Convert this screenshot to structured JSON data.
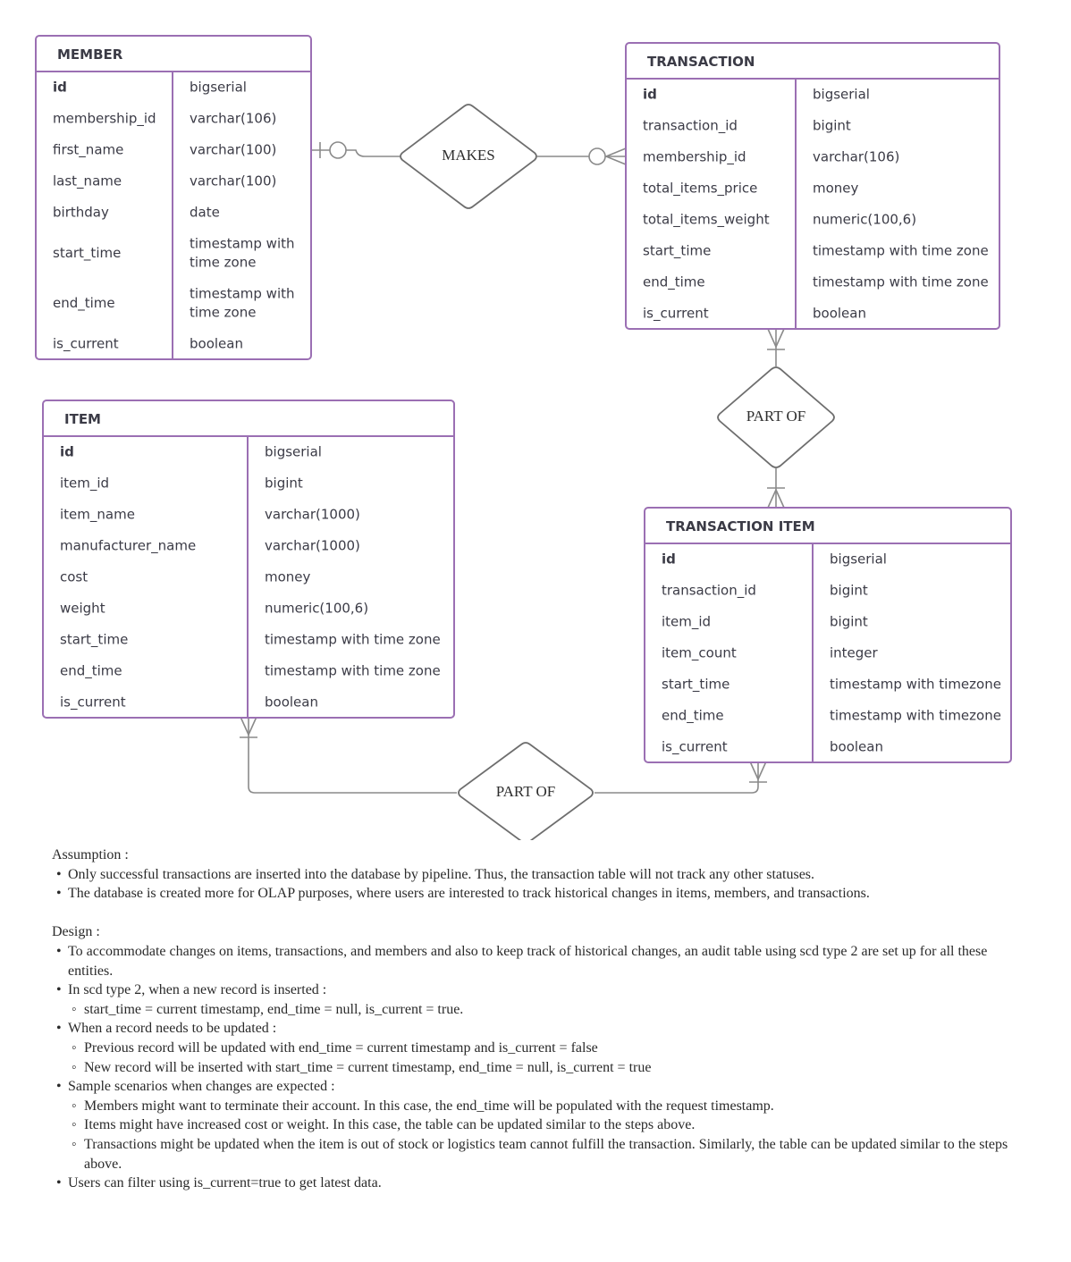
{
  "entities": {
    "member": {
      "title": "MEMBER",
      "fields": [
        {
          "name": "id",
          "type": "bigserial"
        },
        {
          "name": "membership_id",
          "type": "varchar(106)"
        },
        {
          "name": "first_name",
          "type": "varchar(100)"
        },
        {
          "name": "last_name",
          "type": "varchar(100)"
        },
        {
          "name": "birthday",
          "type": "date"
        },
        {
          "name": "start_time",
          "type": [
            "timestamp with",
            "time zone"
          ]
        },
        {
          "name": "end_time",
          "type": [
            "timestamp with",
            "time zone"
          ]
        },
        {
          "name": "is_current",
          "type": "boolean"
        }
      ]
    },
    "transaction": {
      "title": "TRANSACTION",
      "fields": [
        {
          "name": "id",
          "type": "bigserial"
        },
        {
          "name": "transaction_id",
          "type": "bigint"
        },
        {
          "name": "membership_id",
          "type": "varchar(106)"
        },
        {
          "name": "total_items_price",
          "type": "money"
        },
        {
          "name": "total_items_weight",
          "type": "numeric(100,6)"
        },
        {
          "name": "start_time",
          "type": "timestamp with time zone"
        },
        {
          "name": "end_time",
          "type": "timestamp with time zone"
        },
        {
          "name": "is_current",
          "type": "boolean"
        }
      ]
    },
    "item": {
      "title": "ITEM",
      "fields": [
        {
          "name": "id",
          "type": "bigserial"
        },
        {
          "name": "item_id",
          "type": "bigint"
        },
        {
          "name": "item_name",
          "type": "varchar(1000)"
        },
        {
          "name": "manufacturer_name",
          "type": "varchar(1000)"
        },
        {
          "name": "cost",
          "type": "money"
        },
        {
          "name": "weight",
          "type": "numeric(100,6)"
        },
        {
          "name": "start_time",
          "type": "timestamp with time zone"
        },
        {
          "name": "end_time",
          "type": "timestamp with time zone"
        },
        {
          "name": "is_current",
          "type": "boolean"
        }
      ]
    },
    "transaction_item": {
      "title": "TRANSACTION ITEM",
      "fields": [
        {
          "name": "id",
          "type": "bigserial"
        },
        {
          "name": "transaction_id",
          "type": "bigint"
        },
        {
          "name": "item_id",
          "type": "bigint"
        },
        {
          "name": "item_count",
          "type": "integer"
        },
        {
          "name": "start_time",
          "type": "timestamp with timezone"
        },
        {
          "name": "end_time",
          "type": "timestamp with timezone"
        },
        {
          "name": "is_current",
          "type": "boolean"
        }
      ]
    }
  },
  "relationships": {
    "makes": "MAKES",
    "part_of_transaction": "PART OF",
    "part_of_item": "PART OF"
  },
  "colors": {
    "entity_border": "#9b6fb3",
    "connector": "#8a8a8a",
    "text": "#3b3b46"
  },
  "notes": {
    "assumption_heading": "Assumption :",
    "assumption_items": [
      "Only successful transactions are inserted into the database by pipeline. Thus, the transaction table will not track any other statuses.",
      "The database is created more for OLAP purposes, where users are interested to track historical changes in items, members, and transactions."
    ],
    "design_heading": "Design :",
    "design_items": [
      {
        "text": "To accommodate changes on items, transactions, and members and also to keep track of historical changes, an audit table using scd type 2 are set up for all these entities.",
        "sub": []
      },
      {
        "text": "In scd type 2, when a new record is inserted :",
        "sub": [
          "start_time  = current timestamp, end_time = null, is_current = true."
        ]
      },
      {
        "text": "When a record needs to be updated :",
        "sub": [
          "Previous record will be updated with end_time = current timestamp and is_current = false",
          "New record will be inserted with start_time = current timestamp, end_time = null, is_current = true"
        ]
      },
      {
        "text": "Sample scenarios when changes are expected :",
        "sub": [
          "Members might want to terminate their account. In this case, the end_time will be populated with the request timestamp.",
          "Items might have increased cost or weight. In this case, the table can be updated similar to the steps above.",
          "Transactions might be updated when the item is out of stock or logistics team cannot fulfill the transaction. Similarly, the table can be updated similar to the steps above."
        ]
      },
      {
        "text": "Users can filter using is_current=true to get latest data.",
        "sub": []
      }
    ]
  }
}
